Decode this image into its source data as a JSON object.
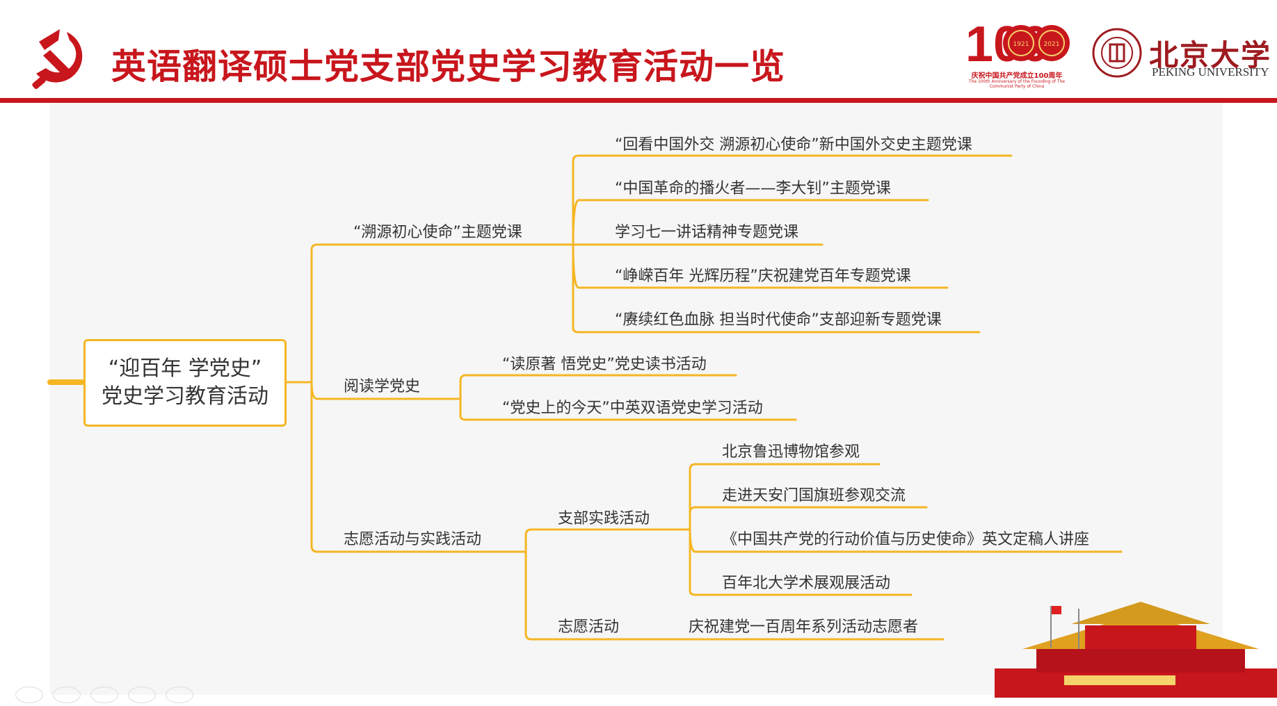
{
  "header": {
    "title": "英语翻译硕士党支部党史学习教育活动一览",
    "anniversary_number": "100",
    "anniversary_year_left": "1921",
    "anniversary_year_right": "2021",
    "anniversary_caption": "庆祝中国共产党成立100周年",
    "anniversary_caption_en": "The 100th Anniversary of the Founding of The Communist Party of China",
    "pku_name_cn": "北京大学",
    "pku_name_en": "PEKING UNIVERSITY"
  },
  "colors": {
    "brand_red": "#c8161d",
    "connector": "#f5b623",
    "text": "#333333",
    "canvas": "#f6f6f6"
  },
  "mindmap": {
    "root": {
      "line1": "“迎百年 学党史”",
      "line2": "党史学习教育活动"
    },
    "branches": [
      {
        "label": "“溯源初心使命”主题党课",
        "children": [
          "“回看中国外交 溯源初心使命”新中国外交史主题党课",
          "“中国革命的播火者——李大钊”主题党课",
          "学习七一讲话精神专题党课",
          "“峥嵘百年 光辉历程”庆祝建党百年专题党课",
          "“赓续红色血脉 担当时代使命”支部迎新专题党课"
        ]
      },
      {
        "label": "阅读学党史",
        "children": [
          "“读原著 悟党史”党史读书活动",
          "“党史上的今天”中英双语党史学习活动"
        ]
      },
      {
        "label": "志愿活动与实践活动",
        "children": [
          {
            "label": "支部实践活动",
            "children": [
              "北京鲁迅博物馆参观",
              "走进天安门国旗班参观交流",
              "《中国共产党的行动价值与历史使命》英文定稿人讲座",
              "百年北大学术展观展活动"
            ]
          },
          {
            "label": "志愿活动",
            "children": [
              "庆祝建党一百周年系列活动志愿者"
            ]
          }
        ]
      }
    ]
  }
}
